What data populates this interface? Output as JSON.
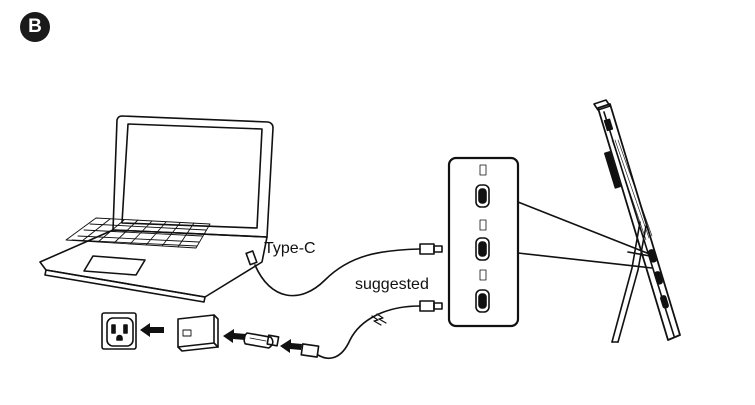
{
  "step_badge": "B",
  "labels": {
    "cable_type": "Type-C",
    "power_note": "suggested"
  },
  "icons": {
    "laptop": "laptop-icon",
    "wall_outlet": "wall-outlet-icon",
    "power_adapter": "power-adapter-icon",
    "usb_connector": "usb-connector-icon",
    "monitor_port_panel": "usb-c-port-panel-icon",
    "portable_monitor": "portable-monitor-side-icon"
  },
  "colors": {
    "ink": "#111111",
    "paper": "#ffffff"
  }
}
